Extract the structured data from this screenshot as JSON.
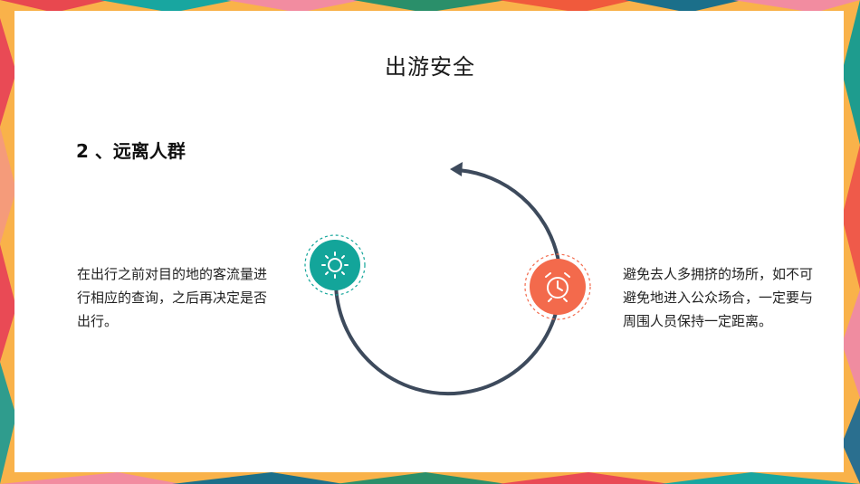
{
  "slide": {
    "title": "出游安全",
    "section_title": "2 、远离人群",
    "left_text": "在出行之前对目的地的客流量进行相应的查询，之后再决定是否出行。",
    "right_text": "避免去人多拥挤的场所，如不可避免地进入公众场合，一定要与周围人员保持一定距离。"
  },
  "icons": {
    "left": "sun-icon",
    "right": "alarm-clock-icon"
  },
  "colors": {
    "teal": "#13a59a",
    "coral": "#f36a4c",
    "arc": "#3d4a5c"
  }
}
